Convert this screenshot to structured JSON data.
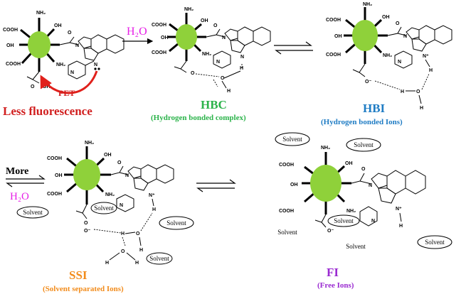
{
  "labels": {
    "nh2": "NH₂",
    "cooh": "COOH",
    "oh": "OH",
    "oh_h": "OH",
    "h": "H",
    "o": "O",
    "n": "N",
    "n_plus": "N⁺",
    "o_minus": "O⁻"
  },
  "states": {
    "initial": {
      "caption": "Less fluorescence",
      "pet": "PET"
    },
    "hbc": {
      "title": "HBC",
      "subtitle": "(Hydrogen bonded complex)"
    },
    "hbi": {
      "title": "HBI",
      "subtitle": "(Hydrogen bonded Ions)"
    },
    "ssi": {
      "title": "SSI",
      "subtitle": "(Solvent separated Ions)"
    },
    "fi": {
      "title": "FI",
      "subtitle": "(Free Ions)"
    }
  },
  "arrows": {
    "water": "H₂O",
    "more": "More",
    "more_water": "H₂O"
  },
  "solvent": "Solvent",
  "colors": {
    "particle": "#8fd13a",
    "pet_arrow": "#e0201b",
    "caption": "#d11f1f",
    "water": "#e61ee6",
    "hbc": "#2bb34a",
    "hbi": "#1f7cc4",
    "ssi": "#f28c1c",
    "fi": "#9a2ad1"
  }
}
